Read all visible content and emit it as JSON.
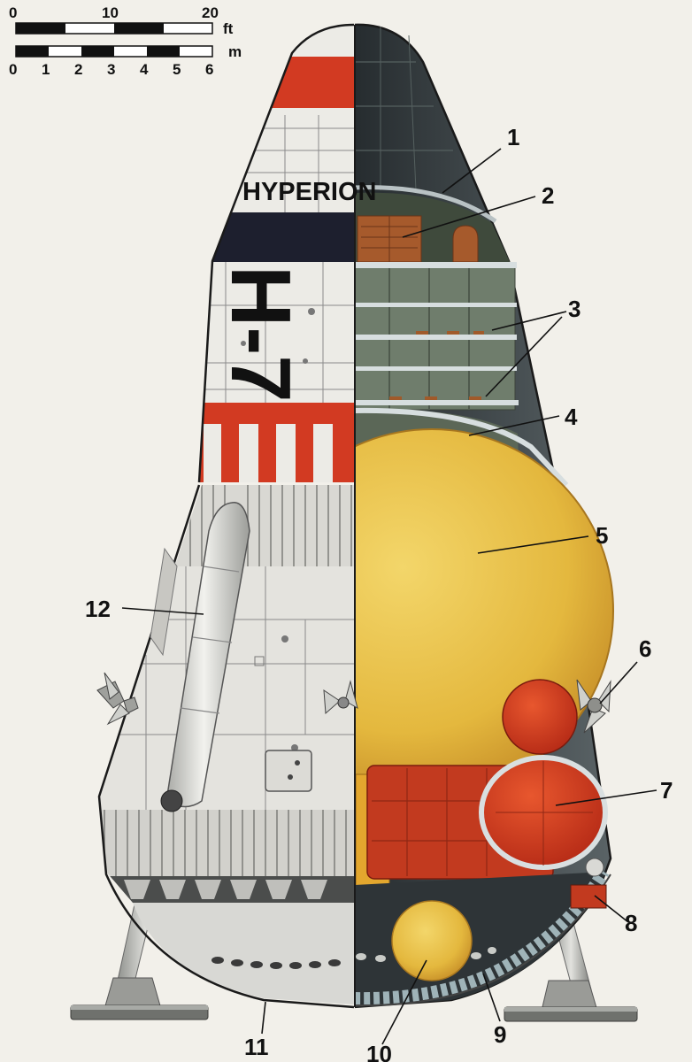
{
  "scale_bar": {
    "feet": {
      "ticks": [
        "0",
        "10",
        "20"
      ],
      "unit": "ft"
    },
    "meters": {
      "ticks": [
        "0",
        "1",
        "2",
        "3",
        "4",
        "5",
        "6"
      ],
      "unit": "m"
    }
  },
  "hull_markings": {
    "name": "HYPERION",
    "registration": "H-7"
  },
  "callouts": [
    {
      "id": "1",
      "label": "1"
    },
    {
      "id": "2",
      "label": "2"
    },
    {
      "id": "3",
      "label": "3"
    },
    {
      "id": "4",
      "label": "4"
    },
    {
      "id": "5",
      "label": "5"
    },
    {
      "id": "6",
      "label": "6"
    },
    {
      "id": "7",
      "label": "7"
    },
    {
      "id": "8",
      "label": "8"
    },
    {
      "id": "9",
      "label": "9"
    },
    {
      "id": "10",
      "label": "10"
    },
    {
      "id": "11",
      "label": "11"
    },
    {
      "id": "12",
      "label": "12"
    }
  ],
  "colors": {
    "background": "#f2f0ea",
    "hull_white": "#ecebe6",
    "stripe_red": "#d23a22",
    "band_dark": "#1d1f2e",
    "interior_dark": "#3c4447",
    "deck_green": "#7d8a78",
    "tank_yellow": "#e9c44c",
    "tank_red": "#cf3d20",
    "booster_grey": "#d8d8d4"
  }
}
